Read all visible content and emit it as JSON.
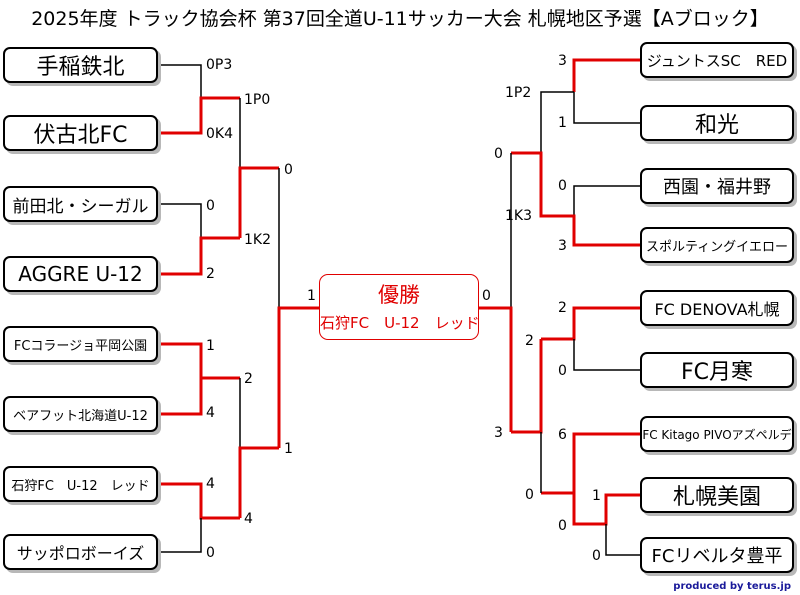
{
  "title": "2025年度 トラック協会杯 第37回全道U-11サッカー大会 札幌地区予選【Aブロック】",
  "champion": {
    "label": "優勝",
    "name": "石狩FC　U-12　レッド"
  },
  "credit": "produced by terus.jp",
  "colors": {
    "win": "#e00000",
    "line": "#000000"
  },
  "left_teams": [
    "手稲鉄北",
    "伏古北FC",
    "前田北・シーガル",
    "AGGRE U-12",
    "FCコラージョ平岡公園",
    "ベアフット北海道U-12",
    "石狩FC　U-12　レッド",
    "サッポロボーイズ"
  ],
  "right_teams": [
    "ジュントスSC　RED",
    "和光",
    "西園・福井野",
    "スポルティングイエロー",
    "FC DENOVA札幌",
    "FC月寒",
    "FC Kitago PIVOアズペルデ",
    "札幌美園",
    "FCリベルタ豊平"
  ],
  "left_scores": {
    "r1": [
      "0P3",
      "0K4",
      "0",
      "2",
      "1",
      "4",
      "4",
      "0"
    ],
    "r2": [
      "1P0",
      "1K2",
      "2",
      "4"
    ],
    "r3": [
      "0",
      "1"
    ],
    "final": "1"
  },
  "right_scores": {
    "r1": [
      "3",
      "1",
      "0",
      "3",
      "2",
      "0",
      "6"
    ],
    "prelim": [
      "1",
      "0"
    ],
    "prelim_adv": "0",
    "r2": [
      "1P2",
      "1K3",
      "2",
      "0"
    ],
    "r3": [
      "0",
      "3"
    ],
    "final": "0"
  }
}
